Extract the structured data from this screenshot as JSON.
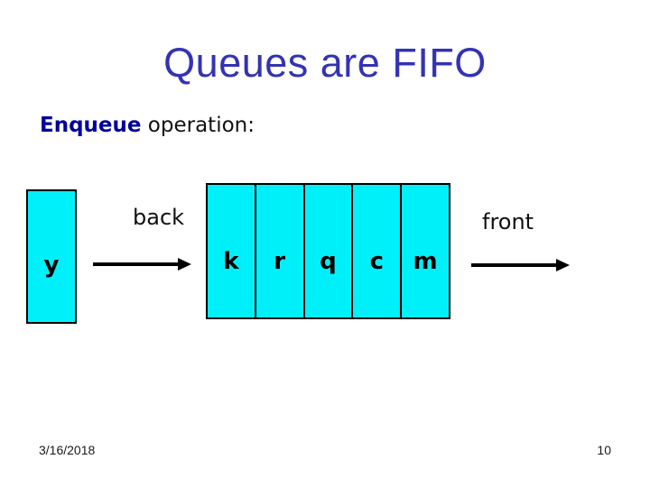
{
  "slide": {
    "title": "Queues are FIFO",
    "subtitle": {
      "keyword": "Enqueue",
      "rest": " operation:"
    },
    "diagram": {
      "incoming_item": "y",
      "back_label": "back",
      "front_label": "front",
      "queue_cells": [
        "k",
        "r",
        "q",
        "c",
        "m"
      ]
    },
    "footer": {
      "date": "3/16/2018",
      "page_number": "10"
    }
  },
  "colors": {
    "title_blue": "#3333b3",
    "keyword_navy": "#000099",
    "cell_cyan": "#00f0fa",
    "ink": "#111111"
  }
}
